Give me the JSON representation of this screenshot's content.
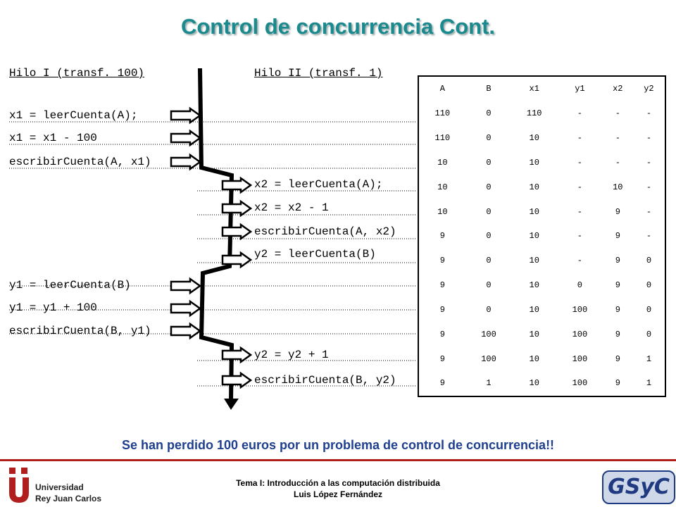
{
  "slide": {
    "title": "Control de concurrencia Cont.",
    "conclusion": "Se han perdido 100 euros por un problema de control de concurrencia!!"
  },
  "thread1": {
    "header": "Hilo I (transf. 100)",
    "lines": [
      "x1 = leerCuenta(A);",
      "x1 = x1 - 100",
      "escribirCuenta(A, x1)",
      "y1 = leerCuenta(B)",
      "y1 = y1 + 100",
      "escribirCuenta(B, y1)"
    ]
  },
  "thread2": {
    "header": "Hilo II (transf. 1)",
    "lines": [
      "x2 = leerCuenta(A);",
      "x2 = x2 - 1",
      "escribirCuenta(A, x2)",
      "y2 = leerCuenta(B)",
      "y2 = y2 + 1",
      "escribirCuenta(B, y2)"
    ]
  },
  "table": {
    "headers": [
      "A",
      "B",
      "x1",
      "y1",
      "x2",
      "y2"
    ],
    "rows": [
      [
        "110",
        "0",
        "110",
        "-",
        "-",
        "-"
      ],
      [
        "110",
        "0",
        "10",
        "-",
        "-",
        "-"
      ],
      [
        "10",
        "0",
        "10",
        "-",
        "-",
        "-"
      ],
      [
        "10",
        "0",
        "10",
        "-",
        "10",
        "-"
      ],
      [
        "10",
        "0",
        "10",
        "-",
        "9",
        "-"
      ],
      [
        "9",
        "0",
        "10",
        "-",
        "9",
        "-"
      ],
      [
        "9",
        "0",
        "10",
        "-",
        "9",
        "0"
      ],
      [
        "9",
        "0",
        "10",
        "0",
        "9",
        "0"
      ],
      [
        "9",
        "0",
        "10",
        "100",
        "9",
        "0"
      ],
      [
        "9",
        "100",
        "10",
        "100",
        "9",
        "0"
      ],
      [
        "9",
        "100",
        "10",
        "100",
        "9",
        "1"
      ],
      [
        "9",
        "1",
        "10",
        "100",
        "9",
        "1"
      ]
    ]
  },
  "footer": {
    "course": "Tema I: Introducción a las computación distribuida",
    "author": "Luis López Fernández",
    "university_line1": "Universidad",
    "university_line2": "Rey Juan Carlos",
    "group_logo": "GSyC"
  }
}
